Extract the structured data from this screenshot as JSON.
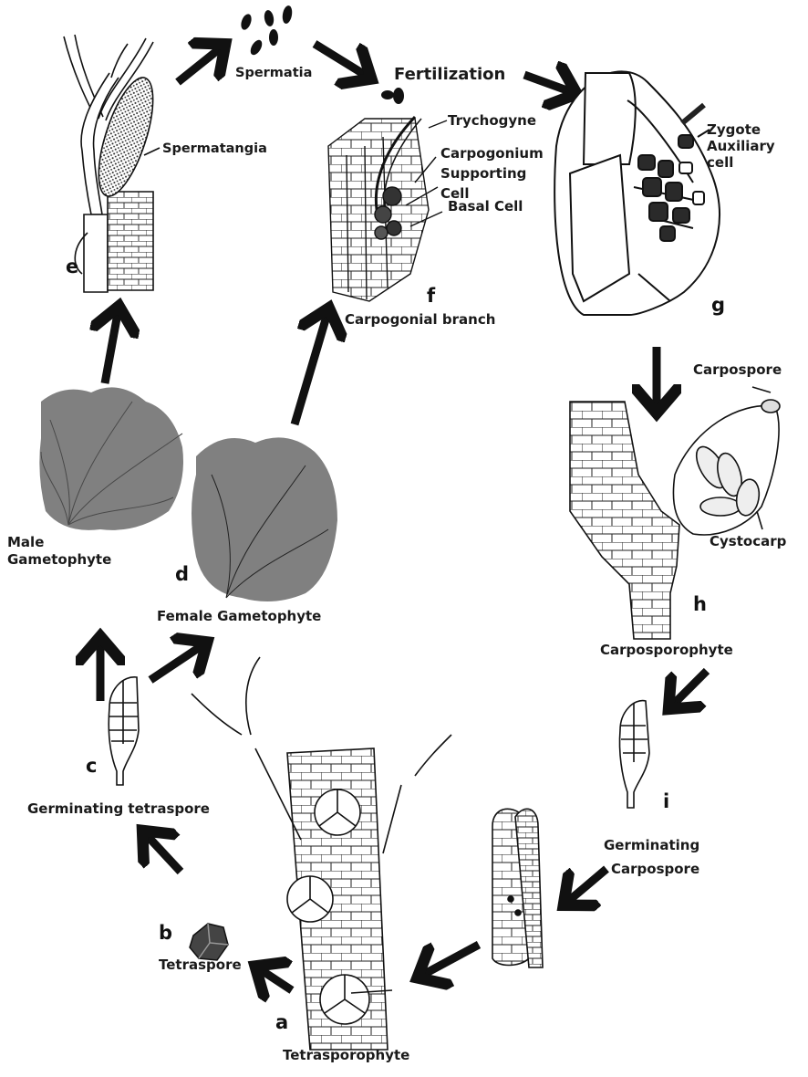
{
  "stages": {
    "a": {
      "letter": "a",
      "label": "Tetrasporophyte"
    },
    "b": {
      "letter": "b",
      "label": "Tetraspore"
    },
    "c": {
      "letter": "c",
      "label": "Germinating tetraspore"
    },
    "d": {
      "letter": "d",
      "male_label_1": "Male",
      "male_label_2": "Gametophyte",
      "female_label": "Female Gametophyte"
    },
    "e": {
      "letter": "e",
      "spermatia": "Spermatia",
      "spermatangia": "Spermatangia"
    },
    "f": {
      "letter": "f",
      "fertilization": "Fertilization",
      "trychogyne": "Trychogyne",
      "carpogonium": "Carpogonium",
      "supporting_1": "Supporting",
      "supporting_2": "Cell",
      "basal": "Basal Cell",
      "branch": "Carpogonial branch"
    },
    "g": {
      "letter": "g",
      "zygote": "Zygote",
      "auxiliary_1": "Auxiliary",
      "auxiliary_2": "cell"
    },
    "h": {
      "letter": "h",
      "carpospore": "Carpospore",
      "cystocarp": "Cystocarp",
      "carposporophyte": "Carposporophyte"
    },
    "i": {
      "letter": "i",
      "germ_1": "Germinating",
      "germ_2": "Carpospore"
    }
  },
  "colors": {
    "ink": "#111111",
    "cell_fill": "#ffffff",
    "dark_cell": "#2a2a2a",
    "spore": "#555555"
  }
}
